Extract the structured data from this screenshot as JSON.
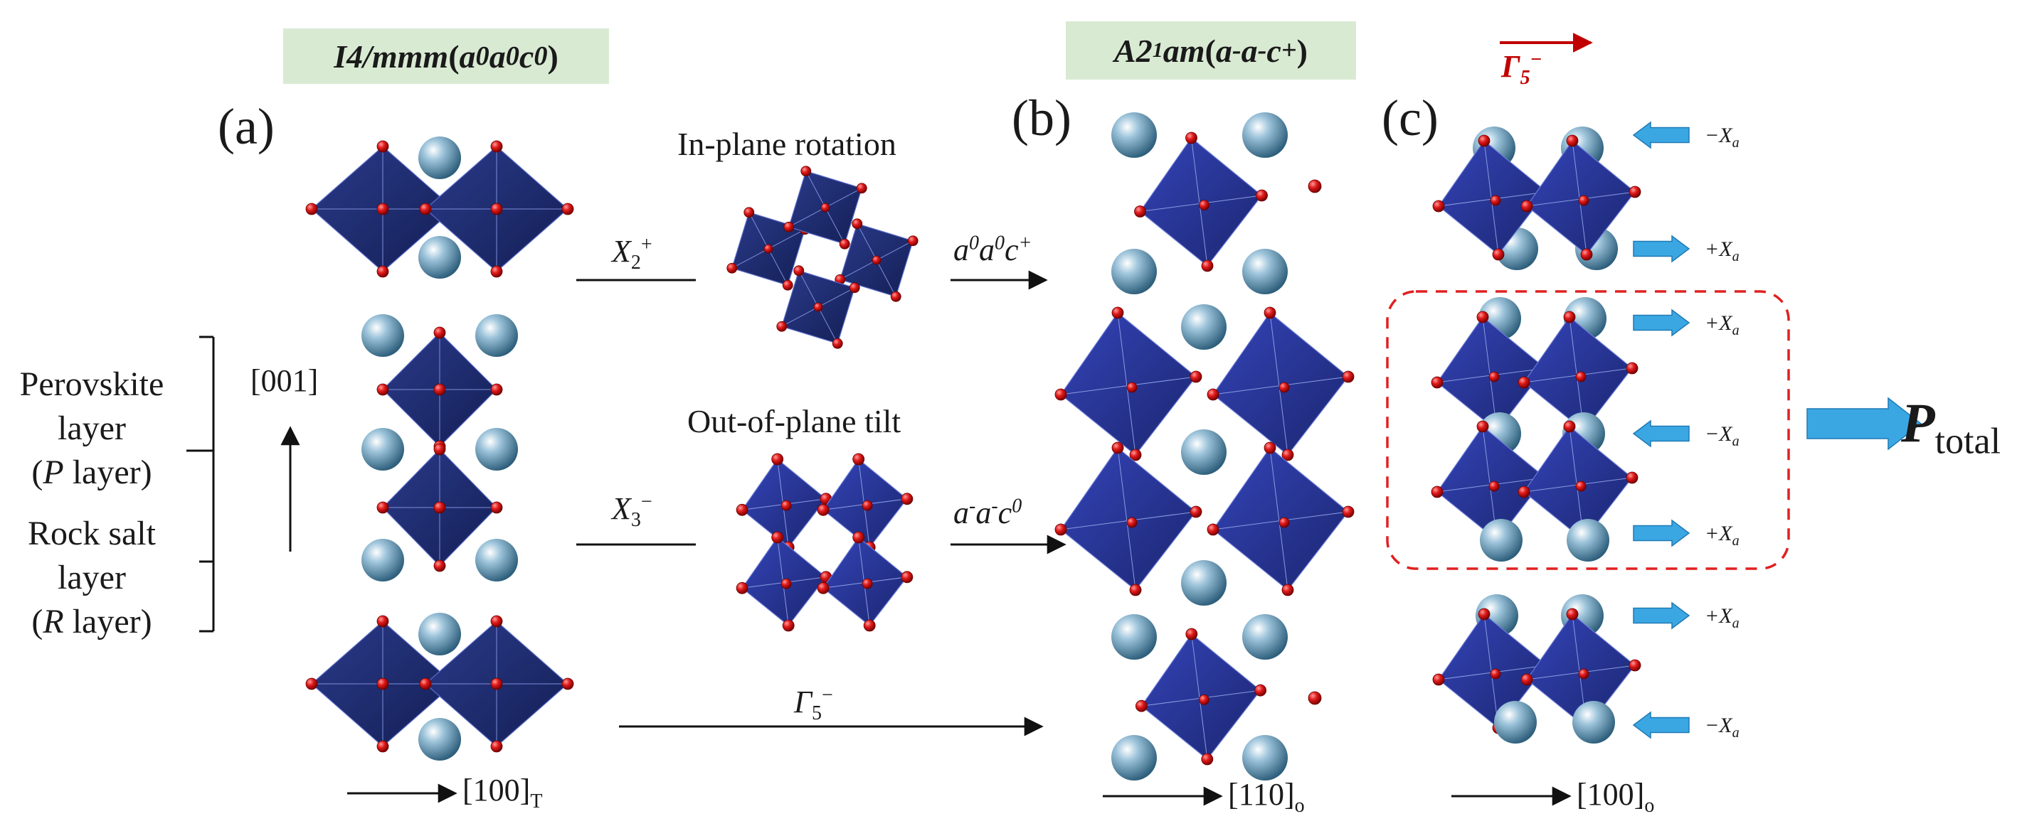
{
  "headers": {
    "left": {
      "main": "I4/mmm",
      "sep": " (",
      "a1": "a",
      "s1": "0",
      "a2": "a",
      "s2": "0",
      "c": "c",
      "s3": "0",
      "end": ")"
    },
    "right": {
      "A": "A2",
      "sub": "1",
      "am": "am",
      "sep": " (",
      "a1": "a",
      "s1": "-",
      "a2": "a",
      "s2": "-",
      "c": "c",
      "s3": "+",
      "end": ")"
    }
  },
  "panels": {
    "a": "(a)",
    "b": "(b)",
    "c": "(c)"
  },
  "side_labels": {
    "perovskite_l1": "Perovskite",
    "perovskite_l2": "layer",
    "perovskite_p_open": "(",
    "perovskite_p": "P",
    "perovskite_p_close": " layer)",
    "rocksalt_l1": "Rock salt",
    "rocksalt_l2": "layer",
    "rocksalt_r_open": "(",
    "rocksalt_r": "R",
    "rocksalt_r_close": " layer)"
  },
  "axis_labels": {
    "c001": "[001]",
    "t100": "[100]",
    "t100_sub": "T",
    "o110": "[110]",
    "o110_sub": "o",
    "o100": "[100]",
    "o100_sub": "o"
  },
  "process_labels": {
    "rotation": "In-plane rotation",
    "tilt": "Out-of-plane tilt"
  },
  "ops": {
    "x2": "X",
    "x2_sub": "2",
    "x2_sup": "+",
    "x3": "X",
    "x3_sub": "3",
    "x3_sup": "−",
    "g5": "Γ",
    "g5_sub": "5",
    "g5_sup": "−",
    "g5_red": "Γ",
    "g5_red_sub": "5",
    "g5_red_sup": "−"
  },
  "results": {
    "rot": {
      "a1": "a",
      "s1": "0",
      "a2": "a",
      "s2": "0",
      "c": "c",
      "s3": "+"
    },
    "tilt": {
      "a1": "a",
      "s1": "-",
      "a2": "a",
      "s2": "-",
      "c": "c",
      "s3": "0"
    }
  },
  "xa_labels": [
    "−X",
    "+X",
    "+X",
    "−X",
    "+X",
    "+X",
    "−X"
  ],
  "xa_sub": "a",
  "ptotal": {
    "p": "P",
    "sub": "total"
  },
  "colors": {
    "octahedron": "#1f2f6e",
    "octahedron_edge": "#3a4fa8",
    "oxygen": "#d81414",
    "cation": "#6fa0bd",
    "header_bg": "#d9ead3",
    "arrow_blue": "#3aa7e3",
    "dashed_box": "#e02020",
    "polar_arrow": "#c00000",
    "line": "#111111"
  }
}
